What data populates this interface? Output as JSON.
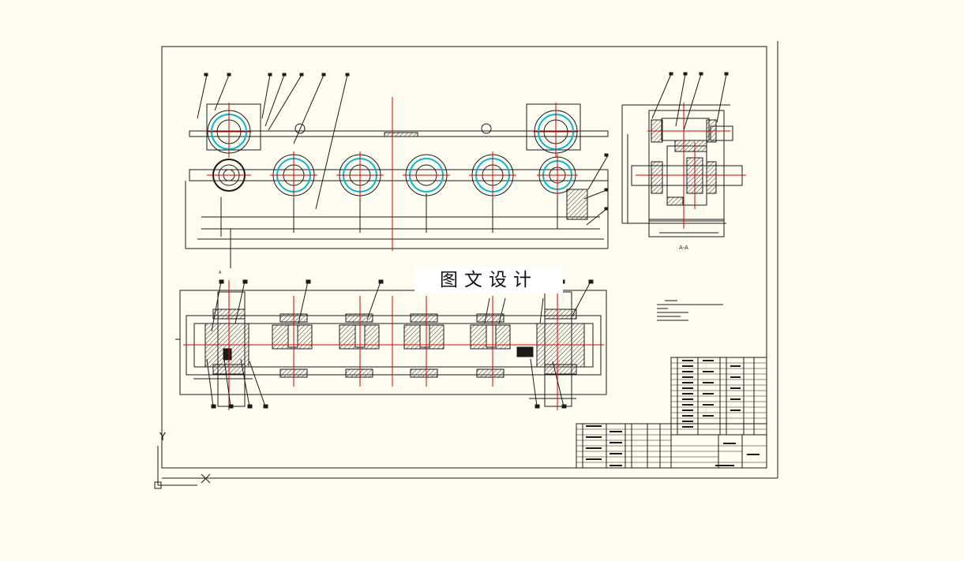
{
  "drawing": {
    "watermark_text": "图文设计",
    "section_label": "A-A",
    "section_marker": "A",
    "ucs_axis_label": "Y",
    "colors": {
      "background": "#fffcf0",
      "outline": "#1a1a1a",
      "centerline": "#e00000",
      "bearing": "#00b8d8",
      "hatch": "#444444"
    },
    "icons": [
      "ucs-icon",
      "leader-balloon-icon",
      "lifting-eye-icon"
    ]
  }
}
